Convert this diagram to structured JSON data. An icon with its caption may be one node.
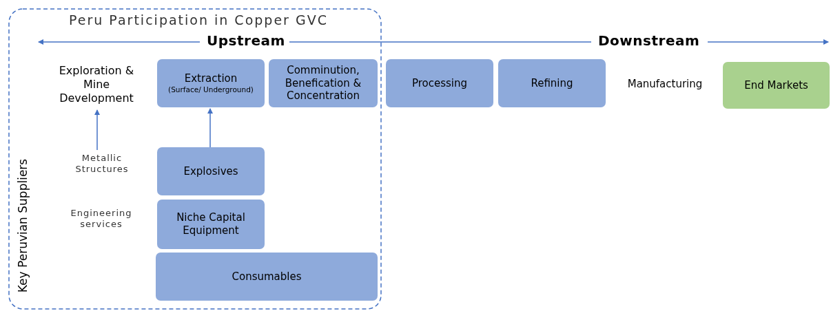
{
  "diagram": {
    "nodes": [
      {
        "text": [
          "Peru Participation in Copper GVC"
        ]
      },
      {
        "text": [
          "Exploration & Mine Development"
        ],
        "in": 0
      },
      {
        "text": [
          "Extraction",
          "(Surface/ Underground)"
        ],
        "in": 0
      },
      {
        "text": [
          "Comminution, Benefication & Concentration"
        ],
        "in": 0
      },
      {
        "text": [
          "Processing"
        ]
      },
      {
        "text": [
          "Refining"
        ]
      },
      {
        "text": [
          "Manufacturing"
        ]
      },
      {
        "text": [
          "End Markets"
        ]
      },
      {
        "text": [
          "Metallic Structures"
        ],
        "in": 0
      },
      {
        "text": [
          "Engineering services"
        ],
        "in": 0
      },
      {
        "text": [
          "Explosives"
        ],
        "in": 0
      },
      {
        "text": [
          "Niche Capital Equipment"
        ],
        "in": 0
      },
      {
        "text": [
          "Consumables"
        ],
        "in": 0
      }
    ],
    "edges": [
      {
        "from": 8,
        "to": 1,
        "arrow": "to"
      },
      {
        "from": 10,
        "to": 2,
        "arrow": "to"
      }
    ],
    "labels": [
      "Upstream",
      "Downstream",
      "Key Peruvian Suppliers"
    ]
  }
}
